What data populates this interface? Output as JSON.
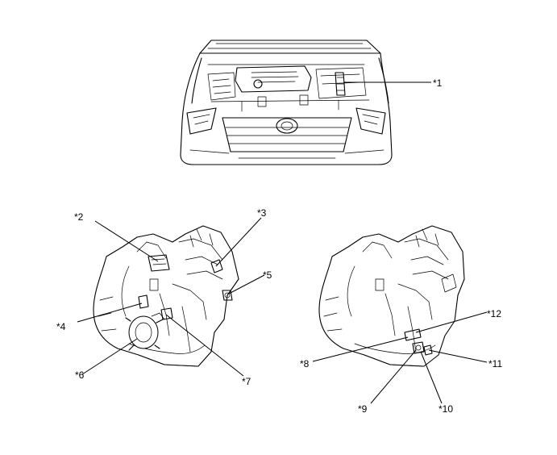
{
  "callouts": {
    "c1": "*1",
    "c2": "*2",
    "c3": "*3",
    "c4": "*4",
    "c5": "*5",
    "c6": "*6",
    "c7": "*7",
    "c8": "*8",
    "c9": "*9",
    "c10": "*10",
    "c11": "*11",
    "c12": "*12"
  }
}
